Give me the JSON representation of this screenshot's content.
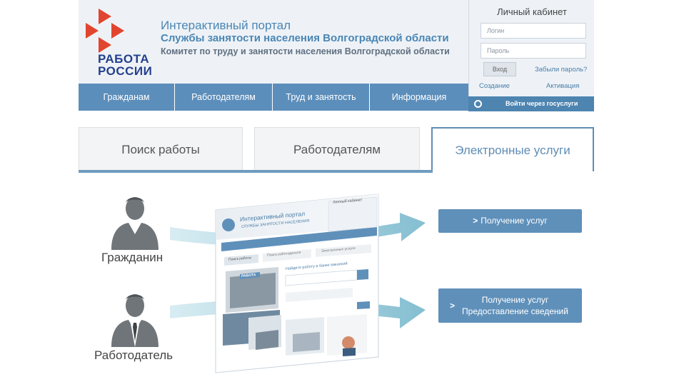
{
  "header": {
    "logo": {
      "line1": "РАБОТА",
      "line2": "РОССИИ"
    },
    "title": "Интерактивный портал",
    "subtitle": "Службы занятости населения Волгоградской области",
    "committee": "Комитет по труду и занятости населения Волгоградской области"
  },
  "login": {
    "title": "Личный кабинет",
    "login_placeholder": "Логин",
    "password_placeholder": "Пароль",
    "enter_label": "Вход",
    "forgot_label": "Забыли пароль?",
    "create_label": "Создание",
    "activate_label": "Активация",
    "gosuslugi_label": "Войти через госуслуги"
  },
  "nav": {
    "items": [
      {
        "label": "Гражданам"
      },
      {
        "label": "Работодателям"
      },
      {
        "label": "Труд и занятость"
      },
      {
        "label": "Информация"
      }
    ]
  },
  "tabs": [
    {
      "label": "Поиск работы"
    },
    {
      "label": "Работодателям"
    },
    {
      "label": "Электронные услуги"
    }
  ],
  "people": {
    "citizen": "Гражданин",
    "employer": "Работодатель"
  },
  "mockup": {
    "title": "Интерактивный портал",
    "subtitle": "СЛУЖБЫ ЗАНЯТОСТИ НАСЕЛЕНИЯ",
    "login_title": "Личный кабинет",
    "tab1": "Поиск работы",
    "tab2": "Поиск работодателя",
    "tab3": "Электронные услуги",
    "search_title": "Найдите работу в банке вакансий",
    "logo_badge": "РАБОТА"
  },
  "services": {
    "get_services": "Получение услуг",
    "get_services_2": "Получение услуг",
    "provide_info": "Предоставление сведений"
  },
  "colors": {
    "accent": "#5c8ebb",
    "logo_red": "#e2452f",
    "logo_blue": "#23408e",
    "arrow": "#8fc7d8"
  }
}
